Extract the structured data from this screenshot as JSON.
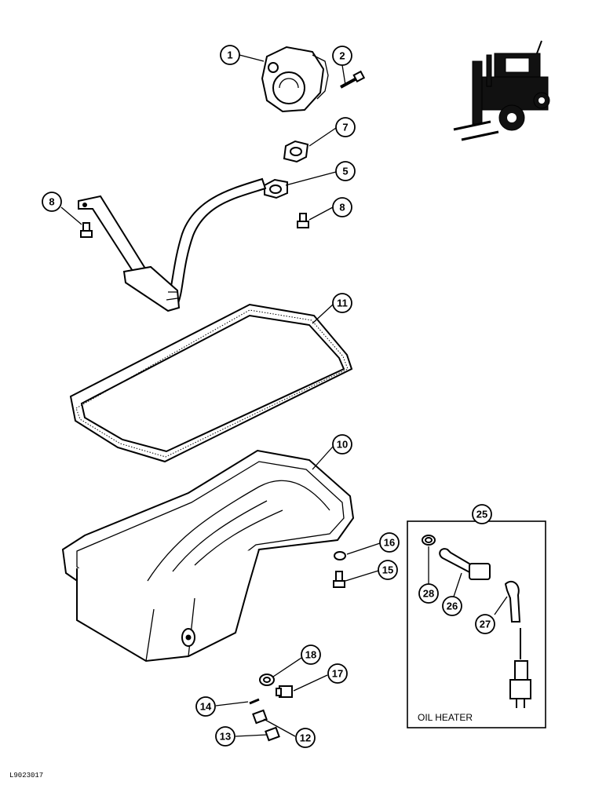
{
  "callouts": {
    "c1": "1",
    "c2": "2",
    "c7": "7",
    "c5": "5",
    "c8a": "8",
    "c8b": "8",
    "c11": "11",
    "c10": "10",
    "c25": "25",
    "c16": "16",
    "c15": "15",
    "c28": "28",
    "c26": "26",
    "c27": "27",
    "c18": "18",
    "c17": "17",
    "c14": "14",
    "c12": "12",
    "c13": "13"
  },
  "inset": {
    "label": "OIL HEATER"
  },
  "reference_code": "L9023017"
}
